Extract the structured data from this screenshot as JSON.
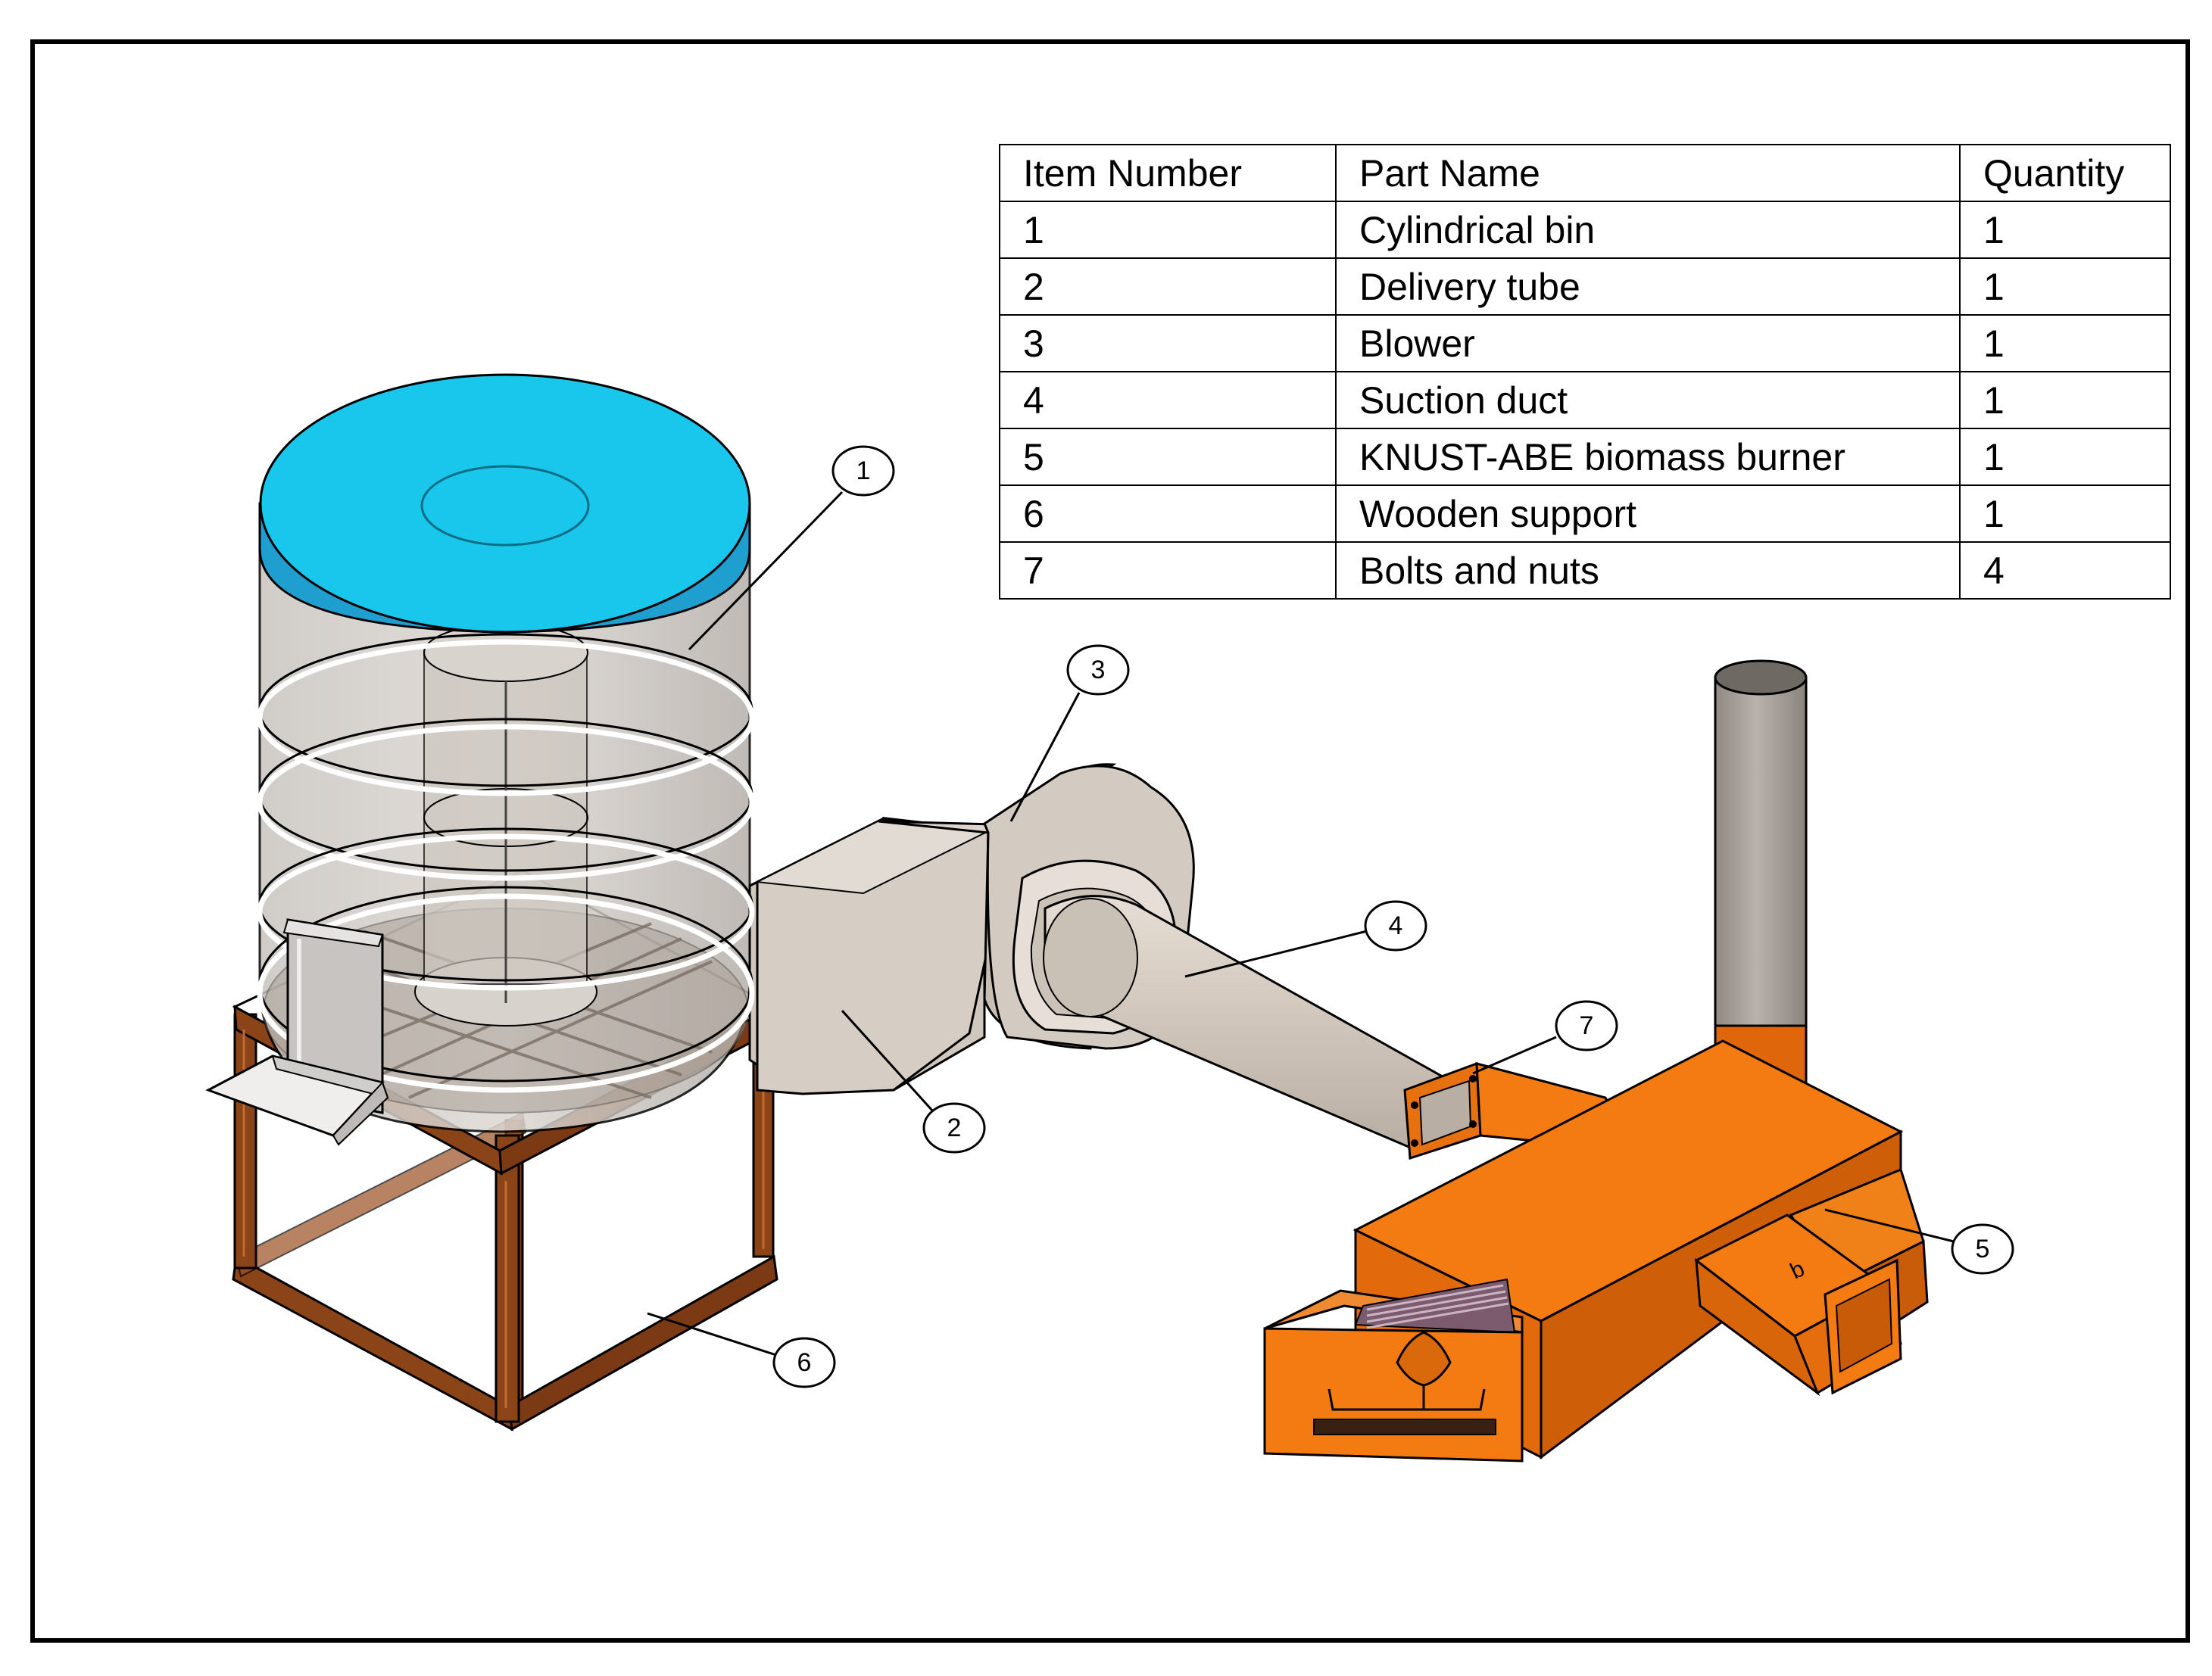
{
  "parts_table": {
    "headers": [
      "Item Number",
      "Part Name",
      "Quantity"
    ],
    "rows": [
      [
        "1",
        "Cylindrical bin",
        "1"
      ],
      [
        "2",
        "Delivery tube",
        "1"
      ],
      [
        "3",
        "Blower",
        "1"
      ],
      [
        "4",
        "Suction duct",
        "1"
      ],
      [
        "5",
        "KNUST-ABE biomass burner",
        "1"
      ],
      [
        "6",
        "Wooden support",
        "1"
      ],
      [
        "7",
        "Bolts and nuts",
        "4"
      ]
    ]
  },
  "callouts": [
    "1",
    "2",
    "3",
    "4",
    "5",
    "6",
    "7"
  ],
  "colors": {
    "bin_lid": "#19c6ec",
    "bin_lid_rim": "#1f9fd0",
    "bin_body": "#bdb6b0",
    "duct": "#d8cfc6",
    "burner": "#f47a12",
    "wood": "#8a4418",
    "chimney": "#a59e98"
  }
}
